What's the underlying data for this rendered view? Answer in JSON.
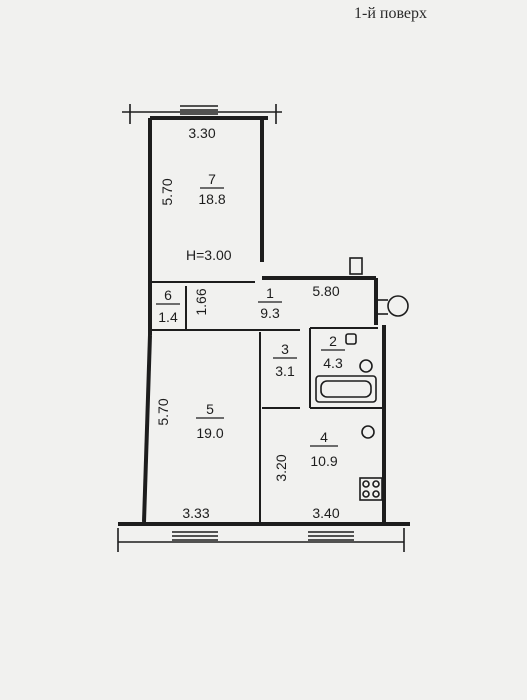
{
  "page_label": "1-й поверх",
  "ceiling_height": "H=3.00",
  "rooms": [
    {
      "number": "1",
      "area": "9.3"
    },
    {
      "number": "2",
      "area": "4.3"
    },
    {
      "number": "3",
      "area": "3.1"
    },
    {
      "number": "4",
      "area": "10.9"
    },
    {
      "number": "5",
      "area": "19.0"
    },
    {
      "number": "6",
      "area": "1.4"
    },
    {
      "number": "7",
      "area": "18.8"
    }
  ],
  "dimensions": {
    "top_width": "3.30",
    "room7_height": "5.70",
    "corridor_length": "5.80",
    "room6_height": "1.66",
    "room5_height": "5.70",
    "room4_height": "3.20",
    "bottom_left_width": "3.33",
    "bottom_right_width": "3.40"
  },
  "colors": {
    "background": "#f1f1ef",
    "line": "#1d1d1d"
  }
}
